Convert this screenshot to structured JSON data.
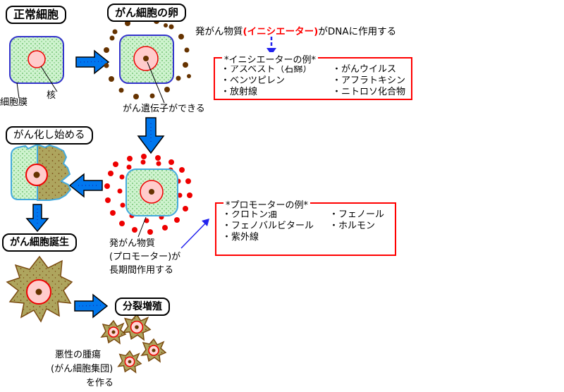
{
  "stages": {
    "normal": {
      "label": "正常細胞"
    },
    "egg": {
      "label": "がん細胞の卵",
      "note": "がん遺伝子ができる"
    },
    "start": {
      "label": "がん化し始める"
    },
    "birth": {
      "label": "がん細胞誕生"
    },
    "divide": {
      "label": "分裂増殖"
    }
  },
  "cell_parts": {
    "membrane": "細胞膜",
    "nucleus": "核"
  },
  "initiator": {
    "heading": {
      "prefix": "発がん物質",
      "highlight": "(イニシエーター)",
      "suffix": "がDNAに作用する"
    },
    "box_title": "*イニシエーターの例*",
    "examples_col1": [
      "・アスベスト（石綿）",
      "・ベンツピレン",
      "・放射線"
    ],
    "examples_col2": [
      "・がんウイルス",
      "・アフラトキシン",
      "・ニトロソ化合物"
    ]
  },
  "promoter": {
    "note_line1": "発がん物質",
    "note_line2": "(プロモーター)が",
    "note_line3": "長期間作用する",
    "box_title": "*プロモーターの例*",
    "examples_col1": [
      "・クロトン油",
      "・フェノバルビタール",
      "・紫外線"
    ],
    "examples_col2": [
      "・フェノール",
      "・ホルモン"
    ]
  },
  "tumor_note": {
    "line1": "悪性の腫瘍",
    "line2": "(がん細胞集団)",
    "line3": "を作る"
  },
  "colors": {
    "arrow_blue": "#0077EE",
    "cell_green": "#CFF3CF",
    "cell_border_blue": "#3333CC",
    "cell_border_cyan": "#44AADD",
    "nucleus_pink": "#FFCCCC",
    "nucleus_border_red": "#EE0000",
    "gene_dot_brown": "#663300",
    "initiator_dot_brown": "#663300",
    "promoter_dot_red": "#EE0000",
    "example_box_red": "#FF0000",
    "cancer_olive": "#AEA55E",
    "highlight_red": "#FF0000"
  }
}
